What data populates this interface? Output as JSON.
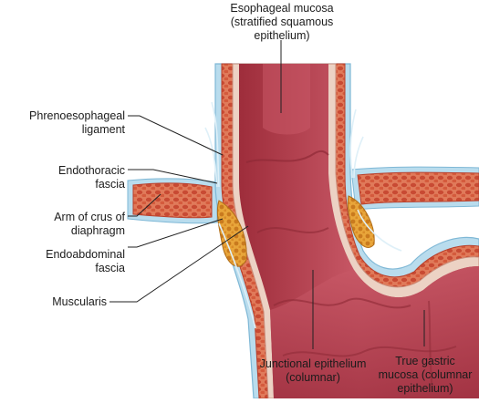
{
  "labels": {
    "esophageal_mucosa": [
      "Esophageal mucosa",
      "(stratified squamous",
      "epithelium)"
    ],
    "phrenoesophageal": [
      "Phrenoesophageal",
      "ligament"
    ],
    "endothoracic": [
      "Endothoracic",
      "fascia"
    ],
    "arm_crus": [
      "Arm of crus of",
      "diaphragm"
    ],
    "endoabdominal": [
      "Endoabdominal",
      "fascia"
    ],
    "muscularis": [
      "Muscularis"
    ],
    "junctional": [
      "Junctional epithelium",
      "(columnar)"
    ],
    "true_gastric": [
      "True gastric",
      "mucosa (columnar",
      "epithelium)"
    ]
  },
  "colors": {
    "mucosa": "#b5404a",
    "mucosa_dark": "#8e2a36",
    "muscle": "#e07a5a",
    "fascia": "#b9dced",
    "fat": "#e8a53a",
    "leader": "#222222"
  }
}
